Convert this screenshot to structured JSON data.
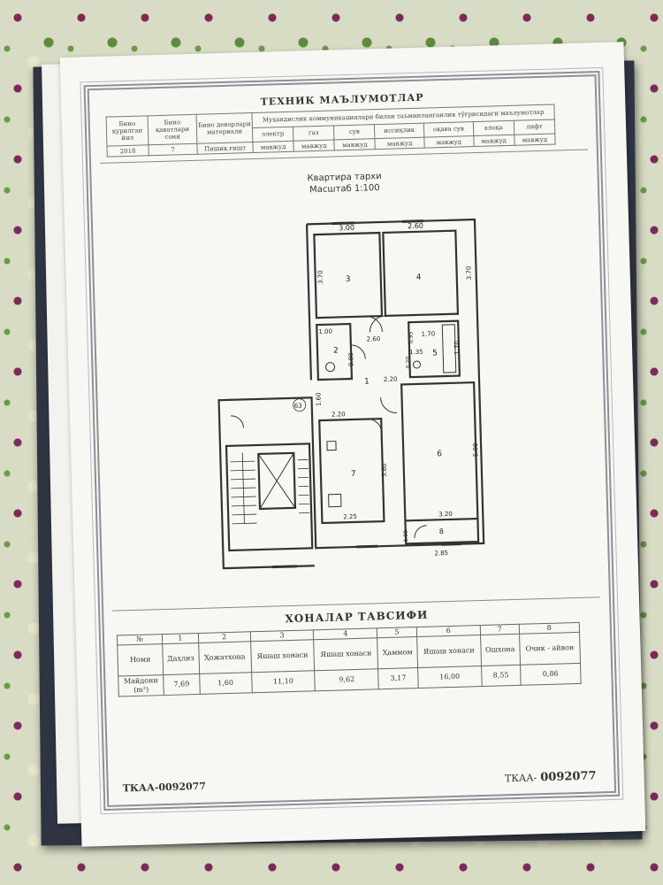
{
  "tech": {
    "title": "ТЕХНИК МАЪЛУМОТЛАР",
    "col_year": "Бино қурилган йил",
    "col_floors": "Бино қаватлари сони",
    "col_material": "Бино деворлари материали",
    "col_utilities": "Муҳандислик коммуникациялари билан таъминланганлик тўғрисидаги маълумотлар",
    "utilities": [
      "электр",
      "газ",
      "сув",
      "иссиқлик",
      "оқава сув",
      "алоқа",
      "лифт"
    ],
    "year": "2018",
    "floors": "7",
    "material": "Пишиқ ғишт",
    "status": [
      "мавжуд",
      "мавжуд",
      "мавжуд",
      "мавжуд",
      "мавжуд",
      "мавжуд",
      "мавжуд"
    ]
  },
  "plan": {
    "title": "Квартира тархи",
    "scale": "Масштаб 1:100",
    "labels": {
      "r3_width": "3.00",
      "r3_height": "3.70",
      "r3_num": "3",
      "r4_width": "2.60",
      "r4_height": "3.70",
      "r4_num": "4",
      "wc_top": "1.00",
      "wc_w": "0.80",
      "wc_num": "2",
      "hall_w": "2.60",
      "hall_a": "1.60",
      "hall_b": "2.20",
      "hall_c": "2.20",
      "hall_num": "1",
      "bath_w": "1.70",
      "bath_h": "1.70",
      "bath_a": "0.95",
      "bath_b": "1.35",
      "bath_c": "0.20",
      "bath_num": "5",
      "r6_h": "5.00",
      "r6_w": "3.20",
      "r6_num": "6",
      "r7_h": "3.80",
      "r7_w": "2.25",
      "r7_num": "7",
      "r8_w": "2.85",
      "r8_h": "1.00",
      "r8_num": "8",
      "apt_num": "63"
    }
  },
  "rooms": {
    "title": "ХОНАЛАР ТАВСИФИ",
    "header_no": "№",
    "numbers": [
      "1",
      "2",
      "3",
      "4",
      "5",
      "6",
      "7",
      "8"
    ],
    "name_label": "Номи",
    "names": [
      "Даҳлиз",
      "Ҳожатхона",
      "Яшаш хонаси",
      "Яшаш хонаси",
      "Ҳаммом",
      "Яшаш хонаси",
      "Ошхона",
      "Очик - айвон"
    ],
    "area_label": "Майдони (m²)",
    "areas": [
      "7,69",
      "1,60",
      "11,10",
      "9,62",
      "3,17",
      "16,00",
      "8,55",
      "0,86"
    ]
  },
  "footer": {
    "code_left": "ТКАА-0092077",
    "code_right_prefix": "ТКАА-",
    "code_right_number": "0092077"
  }
}
